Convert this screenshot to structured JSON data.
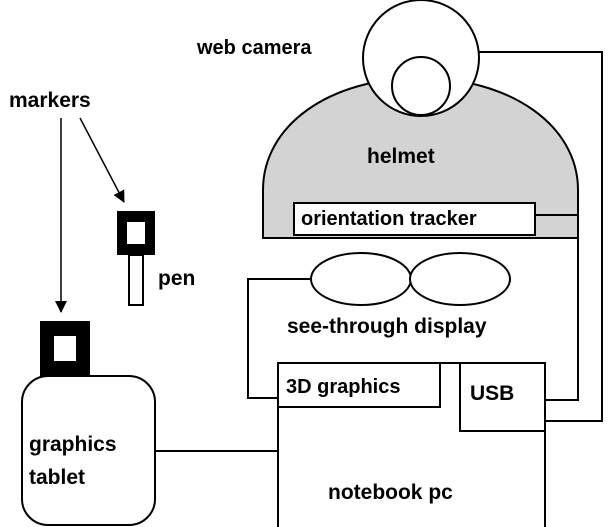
{
  "diagram": {
    "labels": {
      "web_camera": "web camera",
      "markers": "markers",
      "helmet": "helmet",
      "orientation_tracker": "orientation tracker",
      "pen": "pen",
      "see_through_display": "see-through display",
      "graphics_3d": "3D graphics",
      "usb": "USB",
      "graphics_tablet_line1": "graphics",
      "graphics_tablet_line2": "tablet",
      "notebook_pc": "notebook pc"
    },
    "colors": {
      "helmet_fill": "#d3d3d3",
      "stroke": "#000000",
      "background": "#ffffff"
    }
  }
}
